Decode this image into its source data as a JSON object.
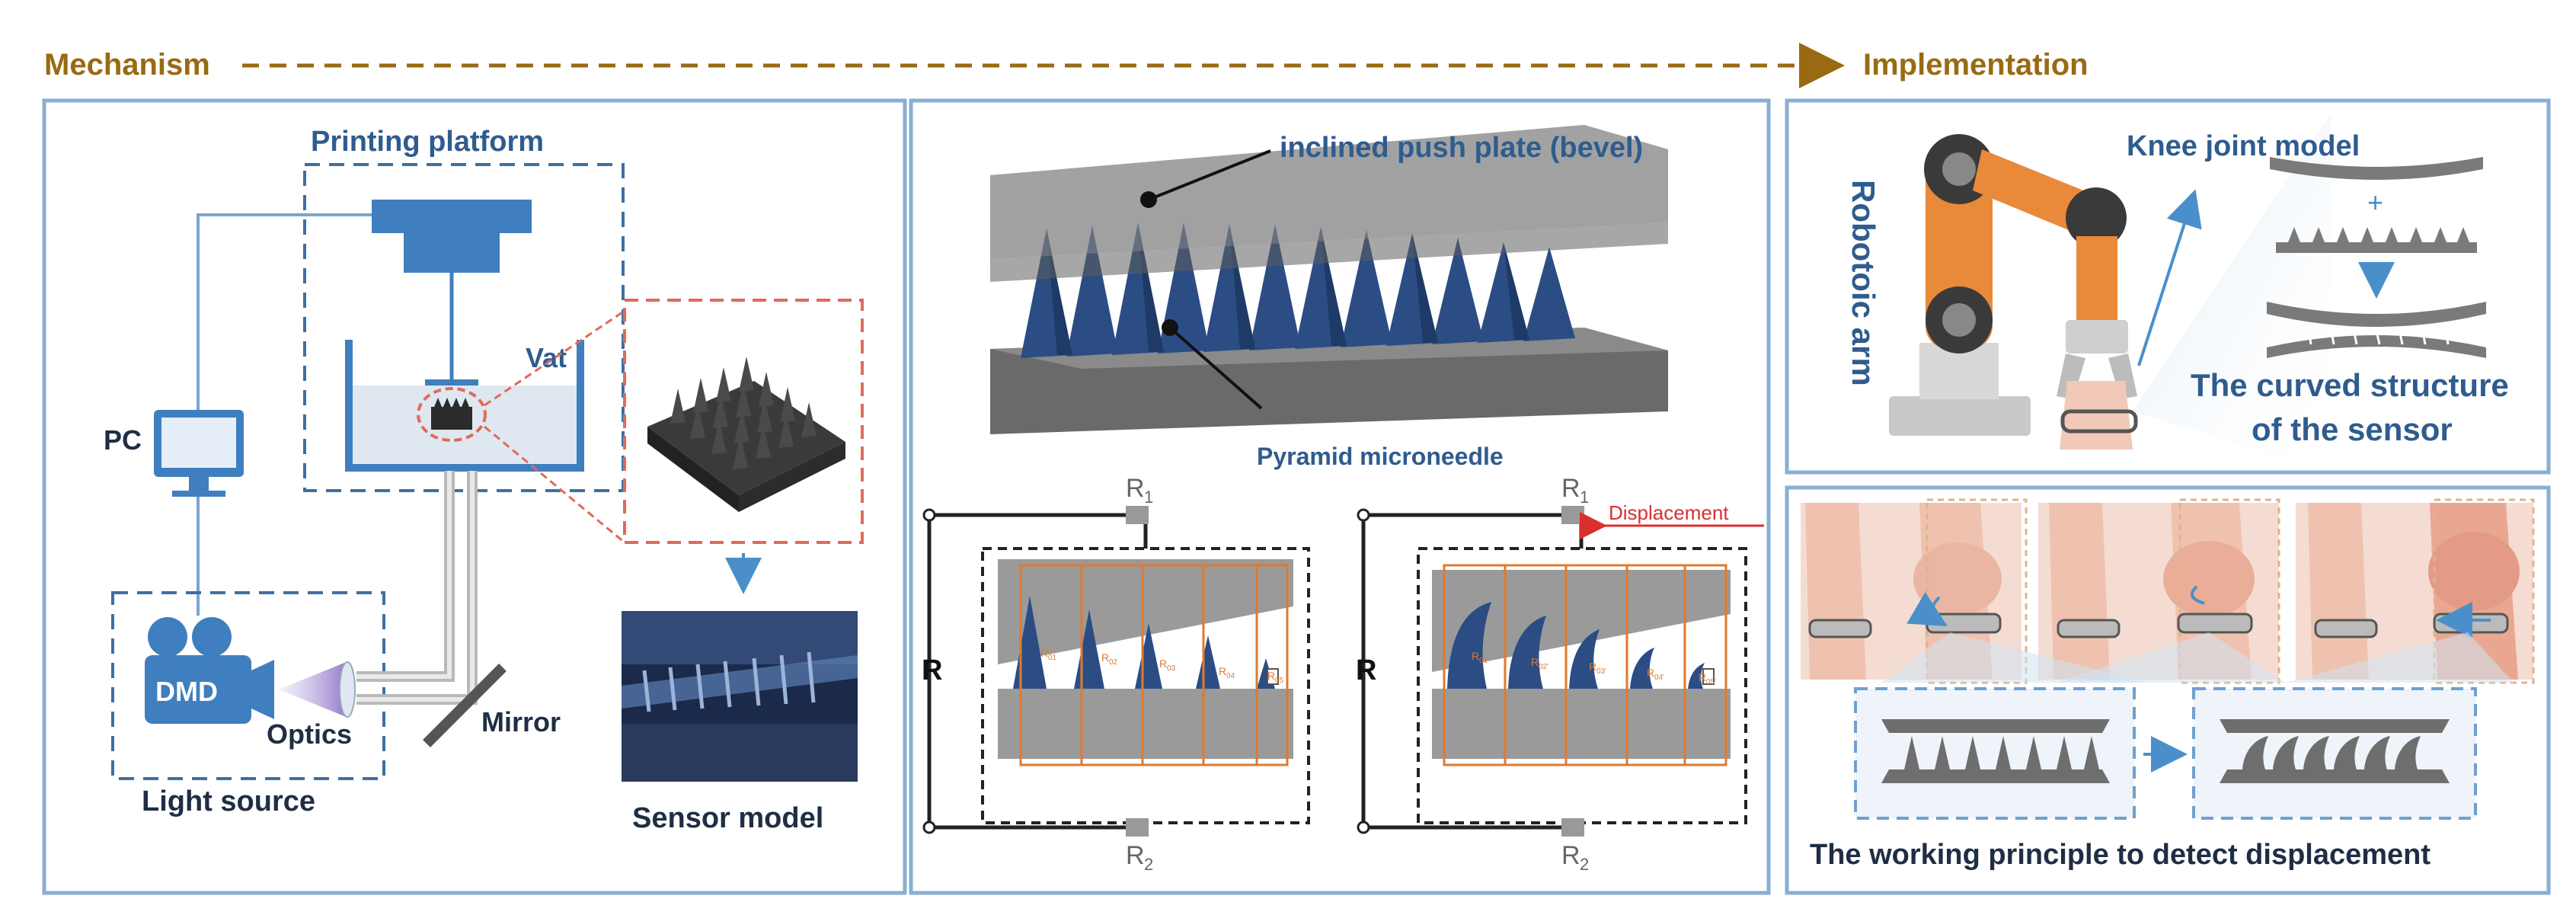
{
  "header": {
    "left": "Mechanism",
    "right": "Implementation"
  },
  "panel1": {
    "printing_platform": "Printing platform",
    "vat": "Vat",
    "pc": "PC",
    "dmd": "DMD",
    "optics": "Optics",
    "light_source": "Light source",
    "mirror": "Mirror",
    "sensor_model": "Sensor model"
  },
  "panel2": {
    "bevel": "inclined push plate (bevel)",
    "microneedle": "Pyramid microneedle",
    "r_left": "R",
    "r_right": "R",
    "r1": "R",
    "r1_sub": "1",
    "r2": "R",
    "r2_sub": "2",
    "displacement": "Displacement",
    "needle_res": [
      "R",
      "R",
      "R",
      "R",
      "R"
    ],
    "needle_subs_left": [
      "01",
      "02",
      "03",
      "04",
      "05"
    ],
    "needle_subs_right": [
      "01'",
      "02'",
      "03'",
      "04'",
      "05'"
    ]
  },
  "panel3": {
    "robotic_arm": "Robotoic arm",
    "knee_model": "Knee joint model",
    "plus": "+",
    "curved_line1": "The curved structure",
    "curved_line2": "of the sensor",
    "working_principle": "The working principle to detect displacement"
  },
  "colors": {
    "panel_border": "#8aaed3",
    "accent_blue": "#2f5c8e",
    "header_brown": "#9a6a12",
    "needle_blue": "#2b4d84",
    "orange": "#e07a2f",
    "red_dash": "#e06a5a",
    "displacement_red": "#d9302f",
    "robot_orange": "#e9893a",
    "skin": "#f2c9b8"
  }
}
